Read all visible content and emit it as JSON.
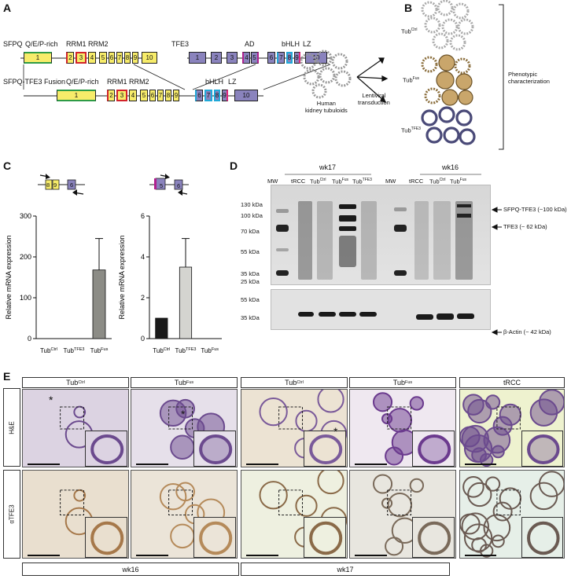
{
  "panels": {
    "A": "A",
    "B": "B",
    "C": "C",
    "D": "D",
    "E": "E"
  },
  "panelA": {
    "sfpq_label": "SFPQ",
    "tfe3_label": "TFE3",
    "fusion_label": "SFPQ-TFE3 Fusion",
    "qep": "Q/E/P-rich",
    "qep2": "Q/E/P-rich",
    "rrm": "RRM1 RRM2",
    "rrm2": "RRM1 RRM2",
    "ad": "AD",
    "bhlh": "bHLH",
    "lz": "LZ",
    "bhlh2": "bHLH",
    "lz2": "LZ",
    "sfpq_exons": [
      "1",
      "2",
      "3",
      "4",
      "5",
      "6",
      "7",
      "8",
      "9",
      "10"
    ],
    "tfe3_exons": [
      "1",
      "2",
      "3",
      "4",
      "5",
      "6",
      "7",
      "8",
      "9",
      "10"
    ],
    "fusion_exons": [
      "1",
      "2",
      "3",
      "4",
      "5",
      "6",
      "7",
      "8",
      "9",
      "6",
      "7",
      "8",
      "9",
      "10"
    ]
  },
  "panelB": {
    "source_label": "Human\nkidney tubuloids",
    "arrow_label": "Lentiviral\ntransduction",
    "groups": [
      {
        "base": "Tub",
        "sup": "Ctrl"
      },
      {
        "base": "Tub",
        "sup": "Fus"
      },
      {
        "base": "Tub",
        "sup": "TFE3"
      }
    ],
    "phenotype_label": "Phenotypic\ncharacterization",
    "colors": {
      "ctrl": "#d9d9d9",
      "fus": "#c9a66b",
      "tfe3": "#4a4a78"
    }
  },
  "chart_data": [
    {
      "type": "bar",
      "categories": [
        {
          "base": "Tub",
          "sup": "Ctrl"
        },
        {
          "base": "Tub",
          "sup": "TFE3"
        },
        {
          "base": "Tub",
          "sup": "Fus"
        }
      ],
      "values": [
        0,
        0,
        168
      ],
      "errors": [
        0,
        0,
        77
      ],
      "ylabel": "Relative mRNA expression",
      "ylim": [
        0,
        300
      ],
      "yticks": [
        0,
        100,
        200,
        300
      ],
      "primer_exons": [
        "8",
        "9",
        "6"
      ],
      "colors": [
        "#888888",
        "#888888",
        "#8c8c86"
      ]
    },
    {
      "type": "bar",
      "categories": [
        {
          "base": "Tub",
          "sup": "Ctrl"
        },
        {
          "base": "Tub",
          "sup": "TFE3"
        },
        {
          "base": "Tub",
          "sup": "Fus"
        }
      ],
      "values": [
        1,
        3.5,
        0
      ],
      "errors": [
        0,
        1.4,
        0
      ],
      "ylabel": "Relative mRNA expression",
      "ylim": [
        0,
        6
      ],
      "yticks": [
        0,
        2,
        4,
        6
      ],
      "primer_exons": [
        "5",
        "6"
      ],
      "colors": [
        "#1a1a1a",
        "#d4d4d0",
        "#888888"
      ]
    }
  ],
  "panelD": {
    "group1": "wk17",
    "group2": "wk16",
    "lanes": [
      {
        "base": "MW",
        "sup": ""
      },
      {
        "base": "tRCC",
        "sup": ""
      },
      {
        "base": "Tub",
        "sup": "Ctrl"
      },
      {
        "base": "Tub",
        "sup": "Fus"
      },
      {
        "base": "Tub",
        "sup": "TFE3"
      },
      {
        "base": "MW",
        "sup": ""
      },
      {
        "base": "tRCC",
        "sup": ""
      },
      {
        "base": "Tub",
        "sup": "Ctrl"
      },
      {
        "base": "Tub",
        "sup": "Fus"
      }
    ],
    "markers_top": [
      "130 kDa",
      "100 kDa",
      "70 kDa",
      "55 kDa",
      "35 kDa",
      "25 kDa"
    ],
    "markers_bottom": [
      "55 kDa",
      "35 kDa"
    ],
    "annot_fusion": "SFPQ-TFE3 (~100 kDa)",
    "annot_tfe3": "TFE3 (~ 62 kDa)",
    "annot_actin": "β-Actin (~ 42 kDa)"
  },
  "panelE": {
    "columns": [
      {
        "base": "Tub",
        "sup": "Ctrl"
      },
      {
        "base": "Tub",
        "sup": "Fus"
      },
      {
        "base": "Tub",
        "sup": "Ctrl"
      },
      {
        "base": "Tub",
        "sup": "Fus"
      },
      {
        "base": "tRCC",
        "sup": ""
      }
    ],
    "rows": [
      "H&E",
      "αTFE3"
    ],
    "footer": [
      "wk16",
      "wk17"
    ],
    "asterisk": "*"
  }
}
